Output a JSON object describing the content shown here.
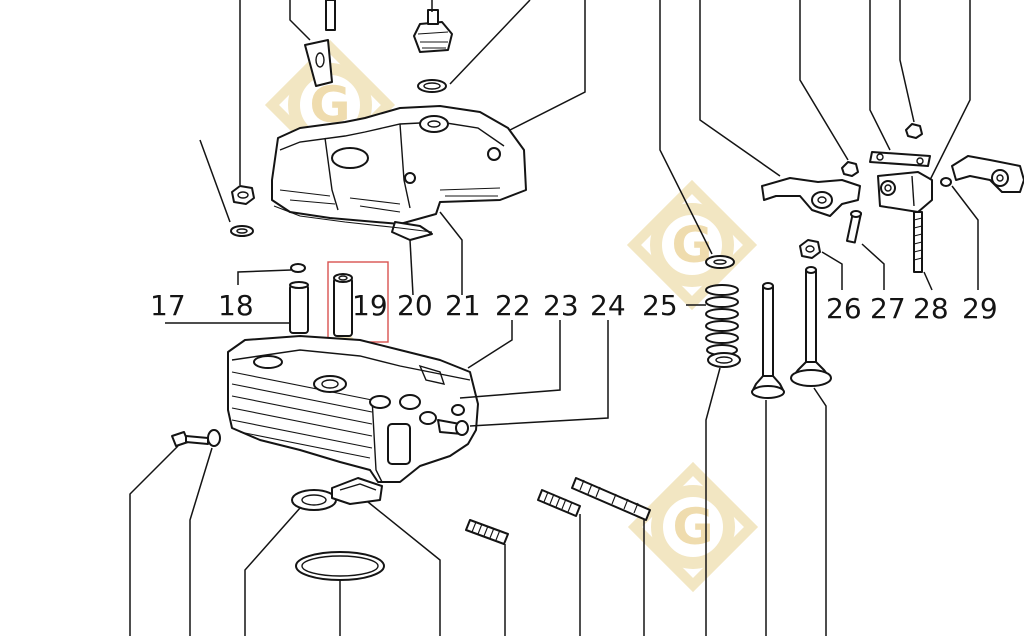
{
  "callouts": [
    "17",
    "18",
    "19",
    "20",
    "21",
    "22",
    "23",
    "24",
    "25",
    "26",
    "27",
    "28",
    "29"
  ],
  "highlighted_callout": "19",
  "colors": {
    "ink": "#141414",
    "highlight": "#d9534f",
    "watermark": "#f2e6c2",
    "watermark_letter": "#efdcae"
  },
  "watermark": {
    "letter": "G"
  }
}
